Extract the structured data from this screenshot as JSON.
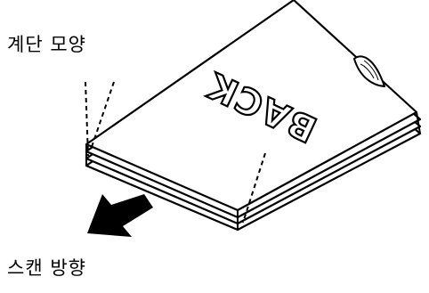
{
  "labels": {
    "stagger_shape": "계단 모양",
    "scan_direction": "스캔 방향"
  },
  "sheet": {
    "back_text": "BACK"
  },
  "colors": {
    "line": "#000000",
    "paper": "#ffffff"
  },
  "icons": [
    "arrow-left-down-icon",
    "page-curl-icon"
  ]
}
